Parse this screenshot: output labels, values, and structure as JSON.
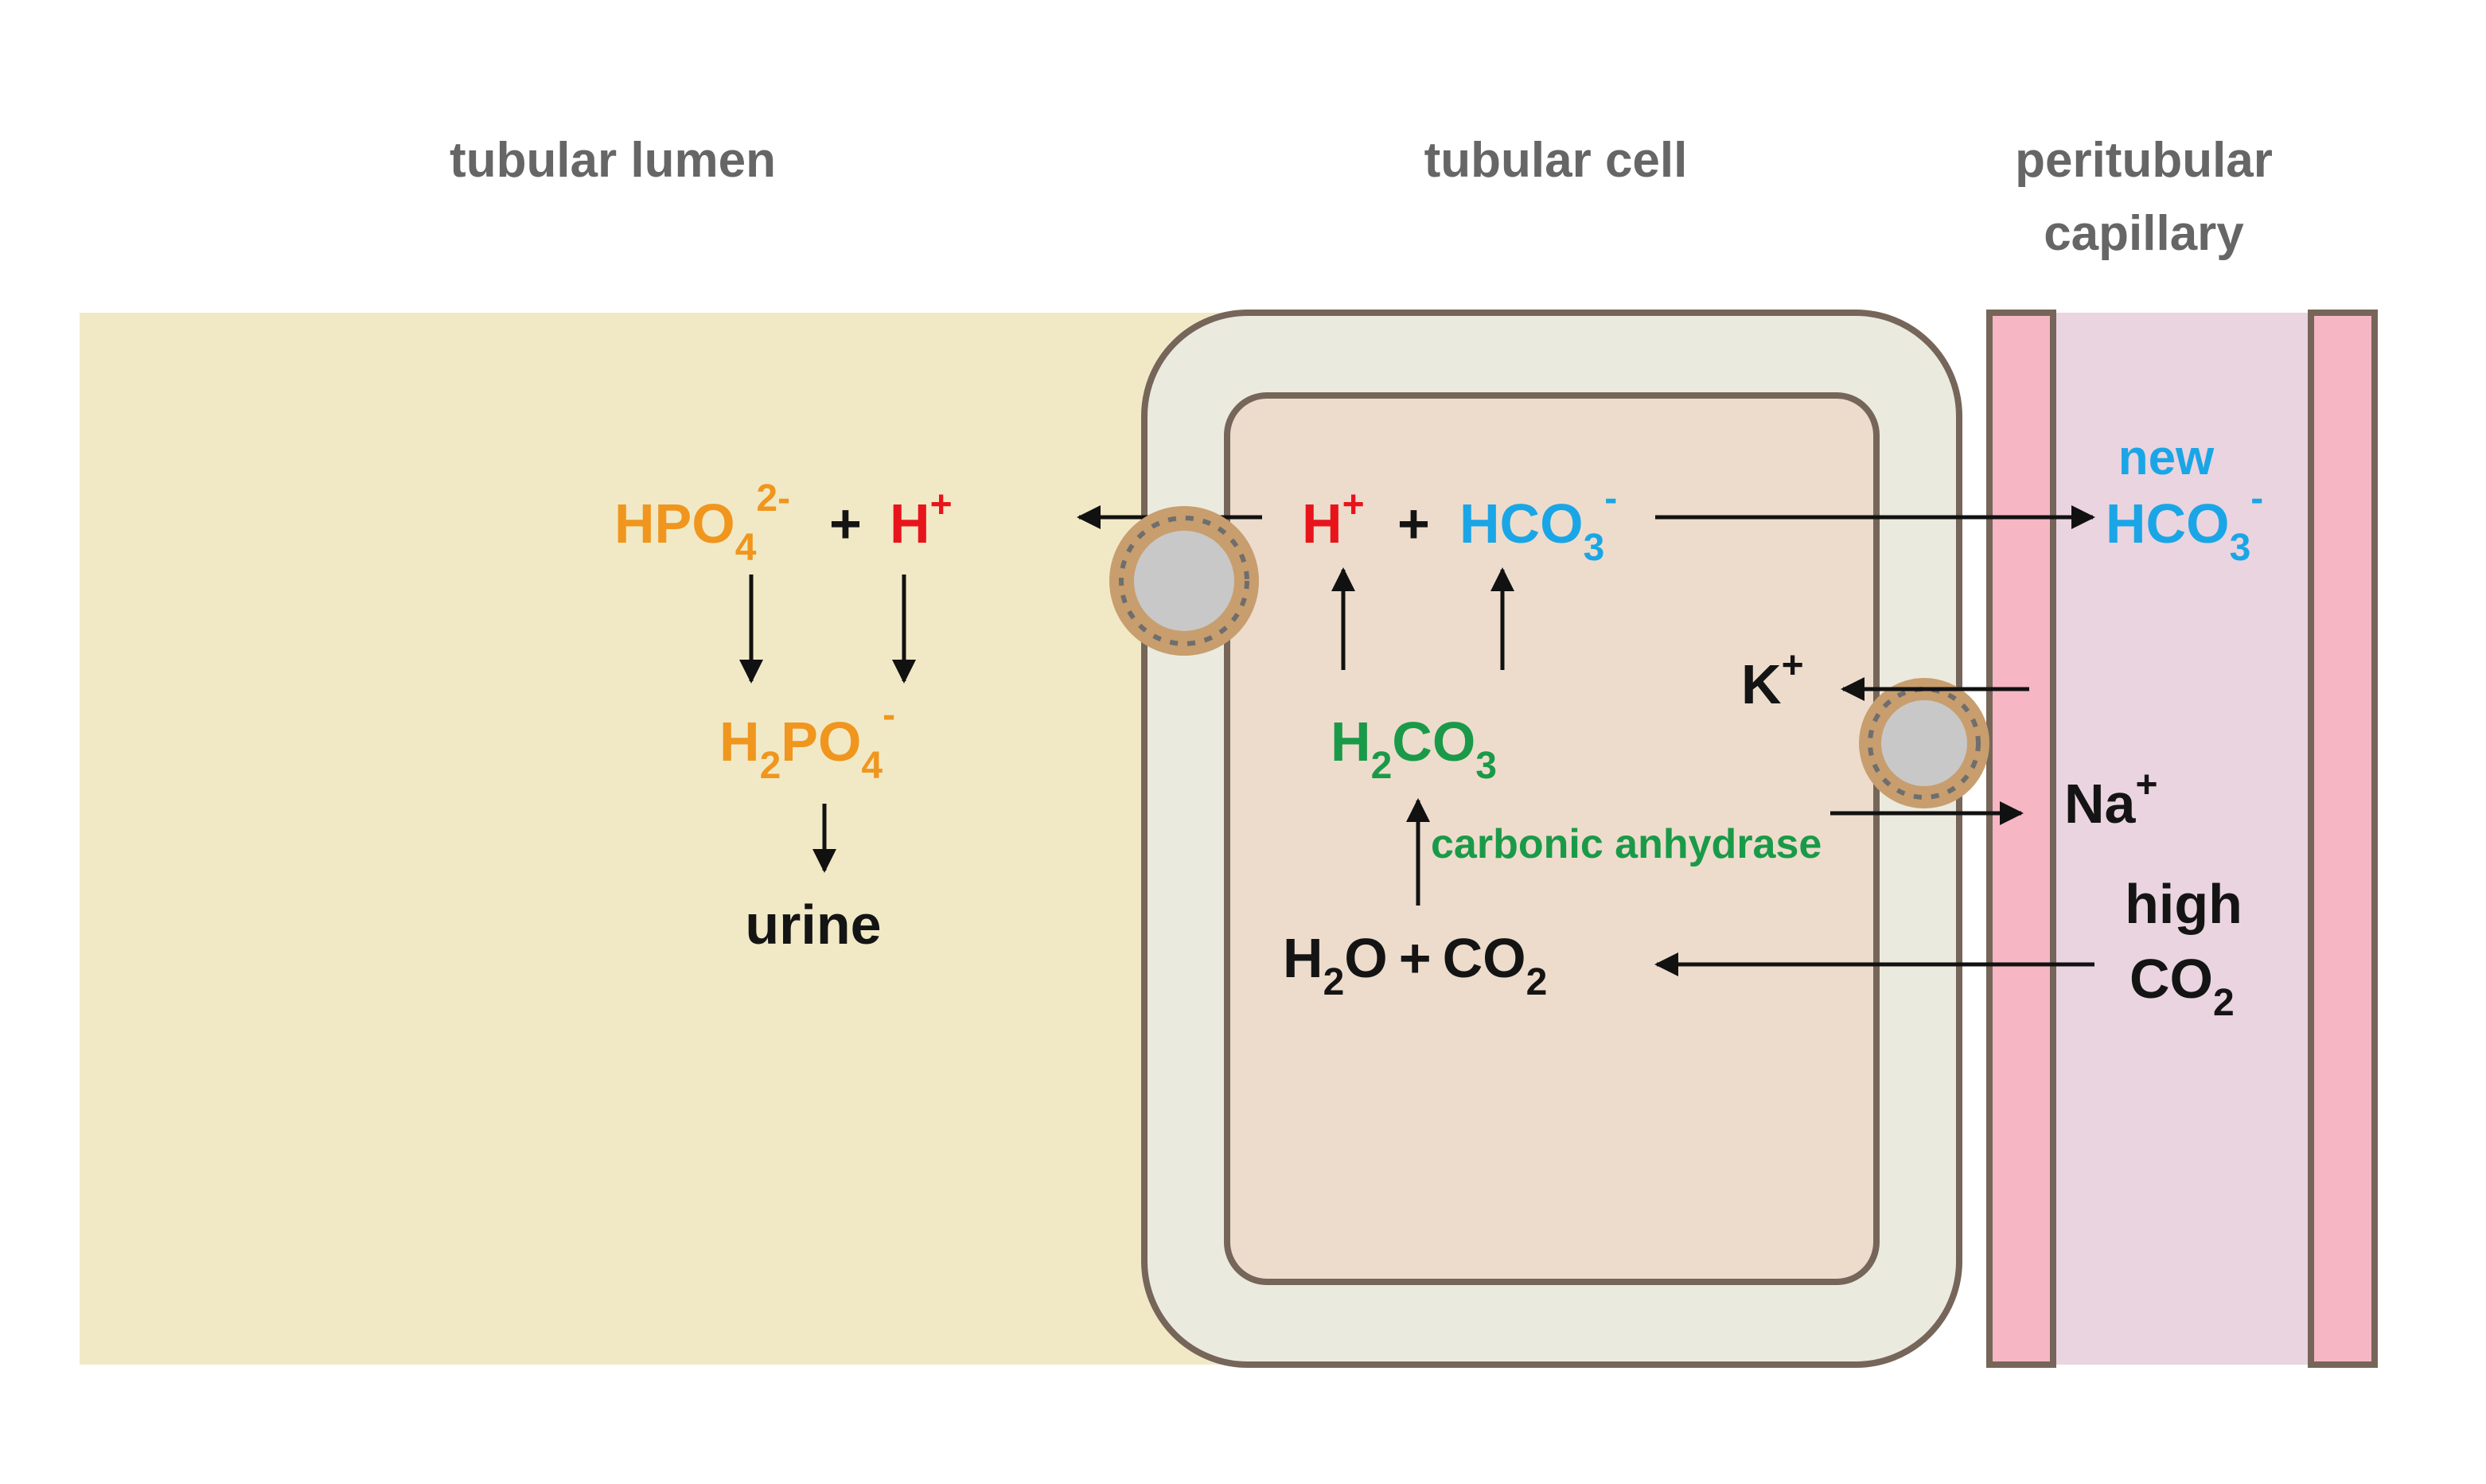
{
  "headers": {
    "lumen": "tubular lumen",
    "cell": "tubular cell",
    "capillary_line1": "peritubular",
    "capillary_line2": "capillary"
  },
  "lumen": {
    "hpo4": {
      "base": "HPO",
      "sub": "4",
      "sup": "2-"
    },
    "plus": "+",
    "h": {
      "base": "H",
      "sup": "+"
    },
    "h2po4": {
      "h": "H",
      "sub1": "2",
      "po": "PO",
      "sub2": "4",
      "sup": "-"
    },
    "urine": "urine"
  },
  "cell": {
    "h": {
      "base": "H",
      "sup": "+"
    },
    "plus": "+",
    "hco3": {
      "base": "HCO",
      "sub": "3",
      "sup": "-"
    },
    "h2co3": {
      "h": "H",
      "sub1": "2",
      "co": "CO",
      "sub2": "3"
    },
    "enzyme": "carbonic anhydrase",
    "h2o_co2": {
      "h": "H",
      "sub1": "2",
      "o": "O",
      "plus": "+",
      "co": "CO",
      "sub2": "2"
    }
  },
  "capillary": {
    "new_label": "new",
    "hco3": {
      "base": "HCO",
      "sub": "3",
      "sup": "-"
    },
    "k": {
      "base": "K",
      "sup": "+"
    },
    "na": {
      "base": "Na",
      "sup": "+"
    },
    "high": "high",
    "co2": {
      "base": "CO",
      "sub": "2"
    }
  },
  "colors": {
    "lumen_fill": "#f1e9c6",
    "cell_outer_fill": "#ebeadf",
    "cell_inner_fill": "#eddccc",
    "capillary_fill": "#ead4df",
    "capillary_wall": "#f6b6c4",
    "outline": "#766559",
    "transporter_ring": "#c89e6e",
    "transporter_core": "#c8c8c8"
  }
}
